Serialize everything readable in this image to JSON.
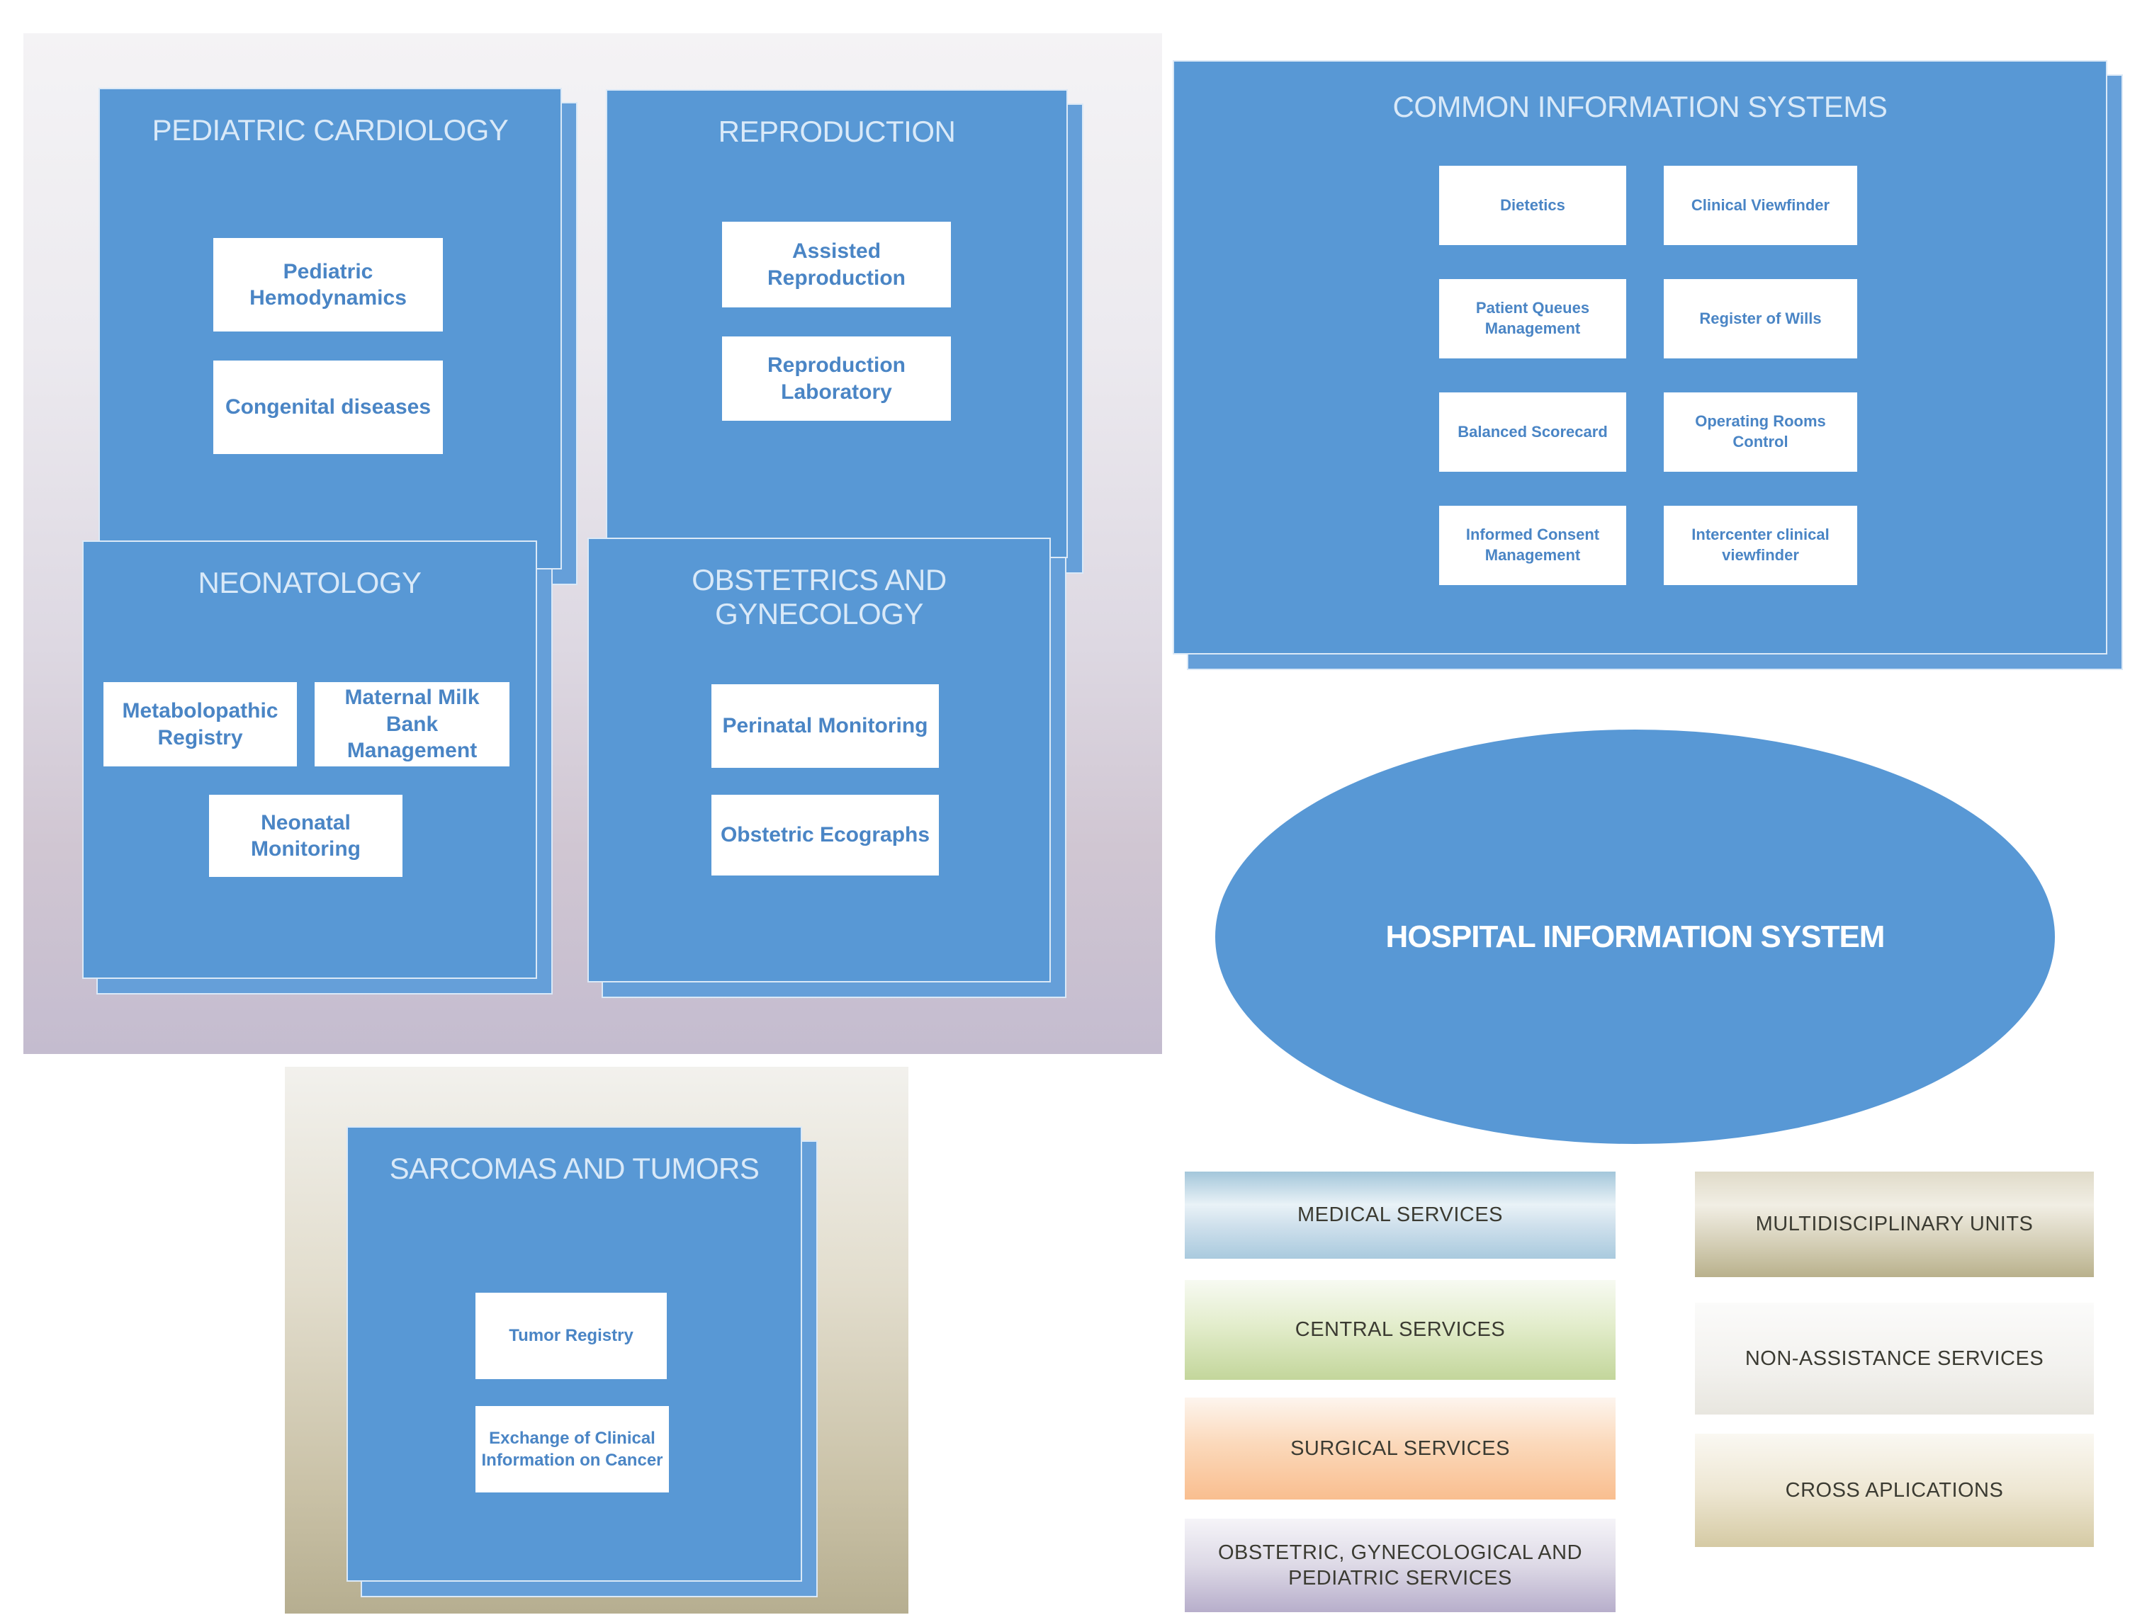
{
  "groups": {
    "pediatric_cardiology": {
      "title": "PEDIATRIC CARDIOLOGY",
      "items": [
        "Pediatric Hemodynamics",
        "Congenital diseases"
      ]
    },
    "reproduction": {
      "title": "REPRODUCTION",
      "items": [
        "Assisted Reproduction",
        "Reproduction Laboratory"
      ]
    },
    "neonatology": {
      "title": "NEONATOLOGY",
      "items": [
        "Metabolopathic Registry",
        "Maternal Milk Bank Management",
        "Neonatal Monitoring"
      ]
    },
    "obstetrics_gynecology": {
      "title": "OBSTETRICS AND GYNECOLOGY",
      "items": [
        "Perinatal Monitoring",
        "Obstetric Ecographs"
      ]
    },
    "common_information_systems": {
      "title": "COMMON INFORMATION SYSTEMS",
      "items": [
        "Dietetics",
        "Clinical Viewfinder",
        "Patient Queues Management",
        "Register of Wills",
        "Balanced Scorecard",
        "Operating Rooms Control",
        "Informed Consent Management",
        "Intercenter clinical viewfinder"
      ]
    },
    "sarcomas_tumors": {
      "title": "SARCOMAS AND TUMORS",
      "items": [
        "Tumor Registry",
        "Exchange of Clinical Information on Cancer"
      ]
    }
  },
  "hub": {
    "label": "HOSPITAL INFORMATION SYSTEM"
  },
  "legend": {
    "left": [
      {
        "label": "MEDICAL SERVICES",
        "color": "#a9cade"
      },
      {
        "label": "CENTRAL SERVICES",
        "color": "#c3d69b"
      },
      {
        "label": "SURGICAL SERVICES",
        "color": "#f9be8f"
      },
      {
        "label": "OBSTETRIC, GYNECOLOGICAL AND PEDIATRIC SERVICES",
        "color": "#b7aecb"
      }
    ],
    "right": [
      {
        "label": "MULTIDISCIPLINARY UNITS",
        "color": "#b9b18c"
      },
      {
        "label": "NON-ASSISTANCE SERVICES",
        "color": "#e8e6df"
      },
      {
        "label": "CROSS APLICATIONS",
        "color": "#d5caa4"
      }
    ]
  },
  "palette": {
    "box_blue": "#5898d5",
    "box_edge_blue": "#659fd9",
    "box_title_text": "#d9e9f8",
    "inner_box_bg": "#ffffff",
    "inner_box_text": "#4a85c5",
    "hub_text": "#ffffff",
    "legend_text": "#3b3b32",
    "purple_panel_bottom": "#c4bccf",
    "tan_panel_bottom": "#b6ae90"
  }
}
